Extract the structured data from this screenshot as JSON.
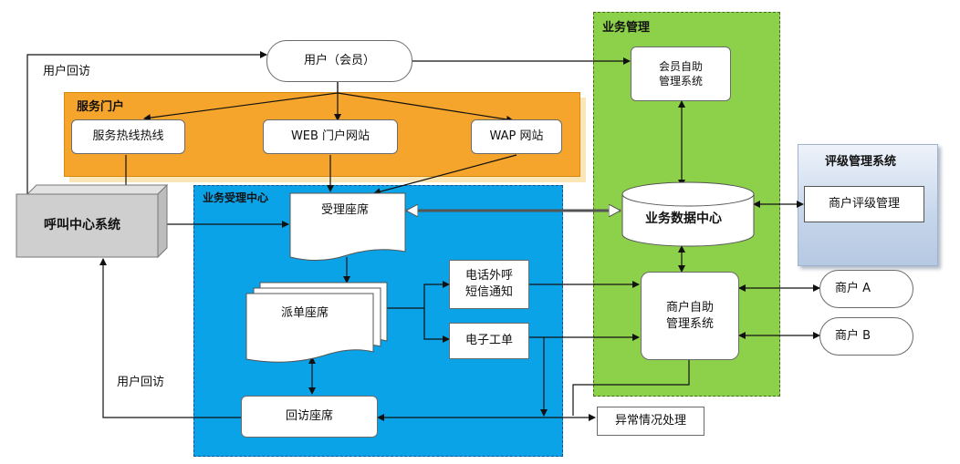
{
  "regions": {
    "service_portal": "服务门户",
    "business_acceptance": "业务受理中心",
    "business_management": "业务管理",
    "rating_system": "评级管理系统"
  },
  "nodes": {
    "user_member": "用户（会员）",
    "hotline": "服务热线热线",
    "web_portal": "WEB 门户网站",
    "wap_site": "WAP 网站",
    "call_center": "呼叫中心系统",
    "acceptance_seat": "受理座席",
    "dispatch_seat": "派单座席",
    "phone_sms": "电话外呼\n短信通知",
    "e_ticket": "电子工单",
    "return_visit_seat": "回访座席",
    "exception_handling": "异常情况处理",
    "member_self_service": "会员自助\n管理系统",
    "business_data_center": "业务数据中心",
    "merchant_self_service": "商户自助\n管理系统",
    "merchant_rating": "商户评级管理",
    "merchant_a": "商户 A",
    "merchant_b": "商户 B"
  },
  "labels": {
    "user_return_visit_top": "用户回访",
    "user_return_visit_bottom": "用户回访"
  },
  "colors": {
    "service_portal_fill": "#f5a52b",
    "acceptance_fill": "#0aa3e8",
    "management_fill": "#8dd14a",
    "rating_fill": "#c5d5ea"
  }
}
